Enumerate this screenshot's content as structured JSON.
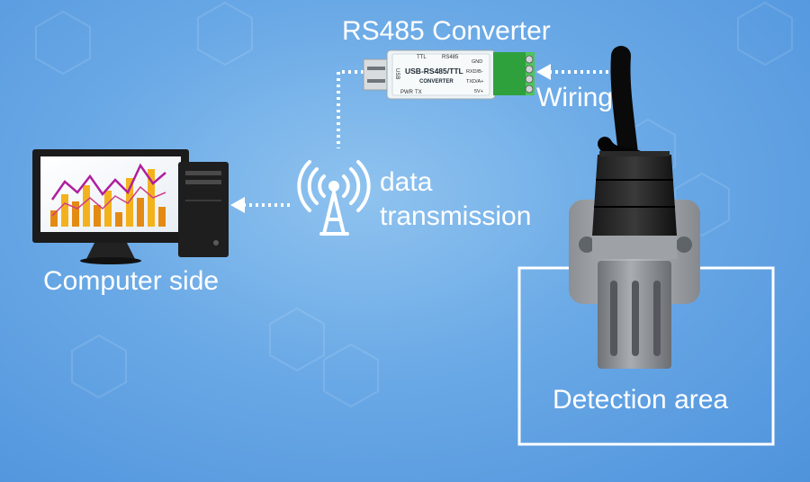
{
  "labels": {
    "converter_title": "RS485 Converter",
    "wiring": "Wiring",
    "data_line1": "data",
    "data_line2": "transmission",
    "computer_side": "Computer side",
    "detection_area": "Detection area"
  },
  "converter": {
    "main_text": "USB-RS485/TTL",
    "sub_text": "CONVERTER",
    "top_left": "TTL",
    "top_right": "RS485",
    "usb": "USB",
    "pwr": "PWR",
    "tx": "TX",
    "pins": [
      "GND",
      "RXD/B-",
      "TXD/A+",
      "5V+"
    ]
  },
  "colors": {
    "background": "#6aa9e6",
    "line": "#ffffff",
    "terminal": "#3cb043"
  },
  "icons": [
    "computer-icon",
    "antenna-icon",
    "usb-converter-icon",
    "sensor-probe-icon"
  ]
}
